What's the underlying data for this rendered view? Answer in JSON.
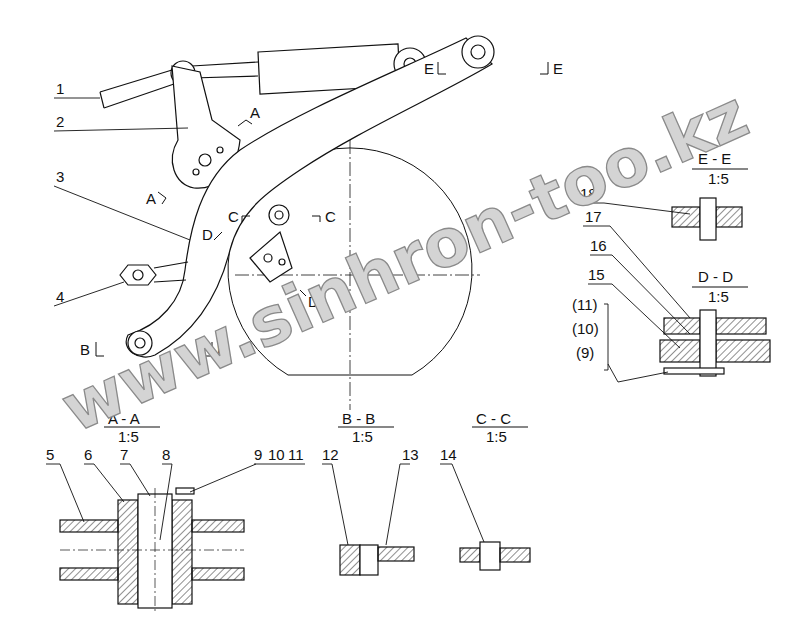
{
  "diagram": {
    "labels": [
      "1",
      "2",
      "3",
      "4",
      "A",
      "A",
      "C",
      "C",
      "D",
      "D",
      "E",
      "E",
      "B",
      "B",
      "E - E",
      "1:5",
      "18",
      "17",
      "16",
      "15",
      "D - D",
      "1:5",
      "(11)",
      "(10)",
      "(9)",
      "A - A",
      "1:5",
      "5",
      "6",
      "7",
      "8",
      "9",
      "10",
      "11",
      "12",
      "B - B",
      "1:5",
      "13",
      "14",
      "C - C",
      "1:5",
      "www.sinhron-too.kz"
    ]
  }
}
